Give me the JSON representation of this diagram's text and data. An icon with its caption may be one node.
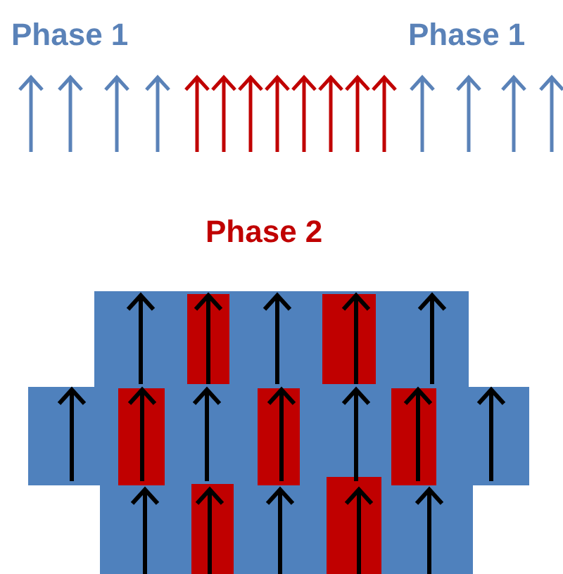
{
  "diagram": {
    "labels": [
      "Phase 1",
      "Phase 1",
      "Phase 2"
    ]
  }
}
